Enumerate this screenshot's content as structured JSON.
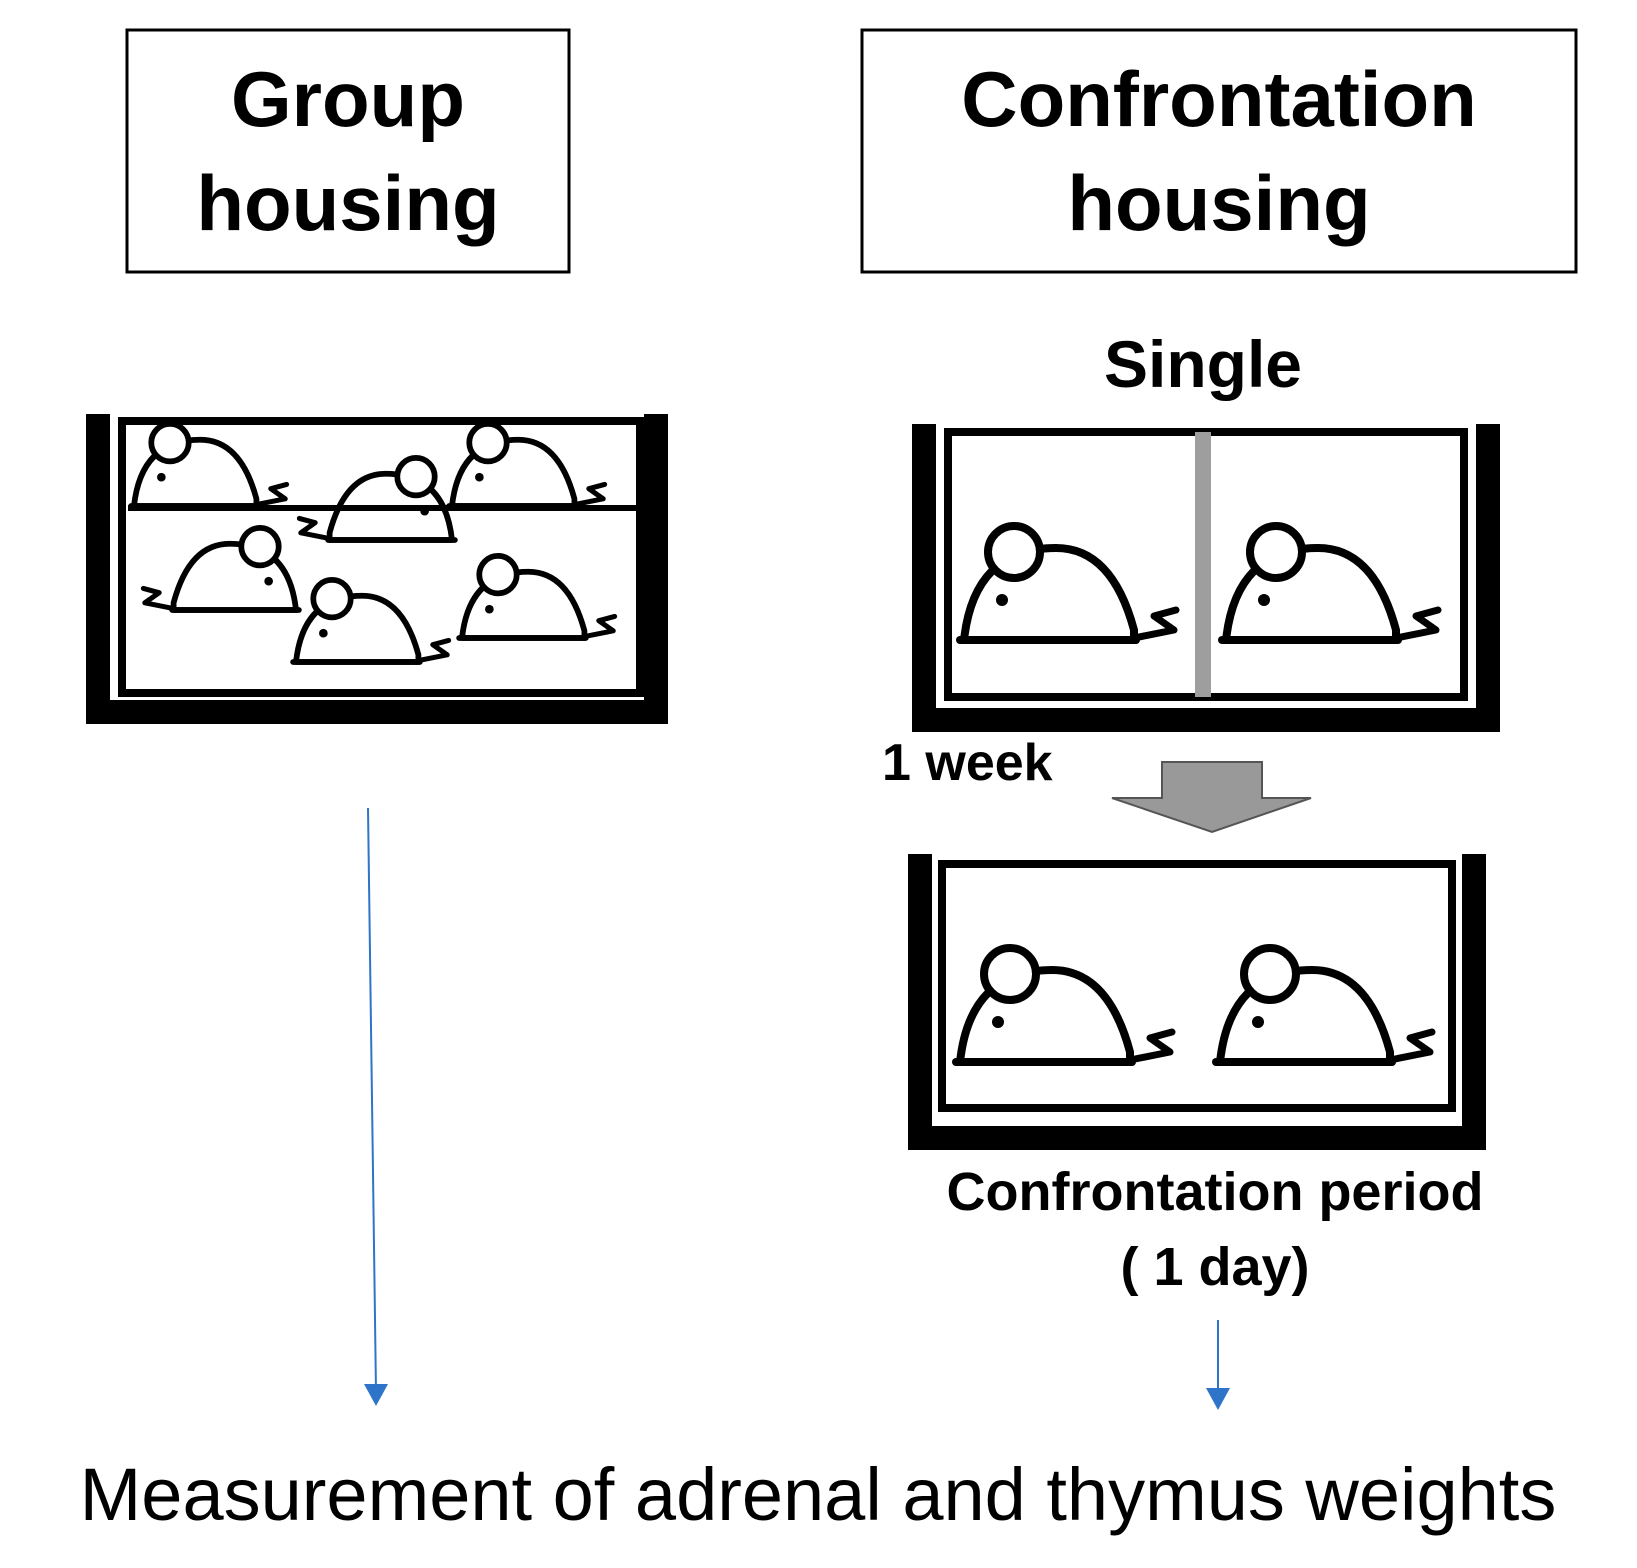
{
  "group_housing": {
    "title_line1": "Group",
    "title_line2": "housing"
  },
  "confrontation_housing": {
    "title_line1": "Confrontation",
    "title_line2": "housing",
    "single_label": "Single",
    "week_label": "1 week",
    "period_line1": "Confrontation period",
    "period_line2": "( 1 day)"
  },
  "outcome": {
    "text": "Measurement of adrenal and thymus weights"
  },
  "colors": {
    "ink": "#000000",
    "divider": "#9e9e9e",
    "transition_arrow": "#999999",
    "flow_arrow": "#2e74c8"
  },
  "icons": {
    "mouse": "mouse-icon",
    "cage": "cage-icon"
  }
}
